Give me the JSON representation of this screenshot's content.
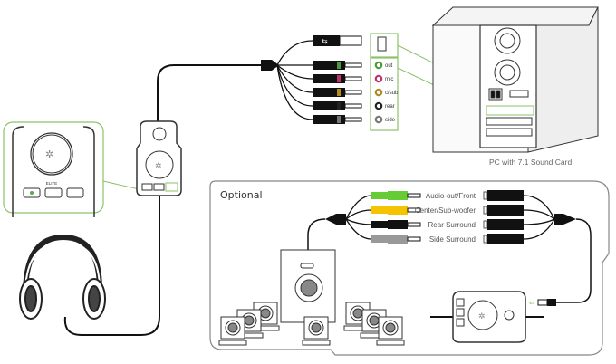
{
  "pc": {
    "caption": "PC with 7.1 Sound Card"
  },
  "ports": [
    {
      "label": "out",
      "color": "#4a9a3a"
    },
    {
      "label": "mic",
      "color": "#c0306a"
    },
    {
      "label": "c/sub",
      "color": "#b08a20"
    },
    {
      "label": "rear",
      "color": "#222222"
    },
    {
      "label": "side",
      "color": "#777777"
    }
  ],
  "control_unit": {
    "brand_label": "ELITE"
  },
  "optional": {
    "title": "Optional",
    "connections": [
      {
        "label": "Audio-out/Front",
        "color": "#66cc33"
      },
      {
        "label": "Center/Sub-woofer",
        "color": "#f5c400"
      },
      {
        "label": "Rear Surround",
        "color": "#111111"
      },
      {
        "label": "Side Surround",
        "color": "#999999"
      }
    ]
  },
  "colors": {
    "highlight": "#8cc26a",
    "cable": "#111111"
  }
}
